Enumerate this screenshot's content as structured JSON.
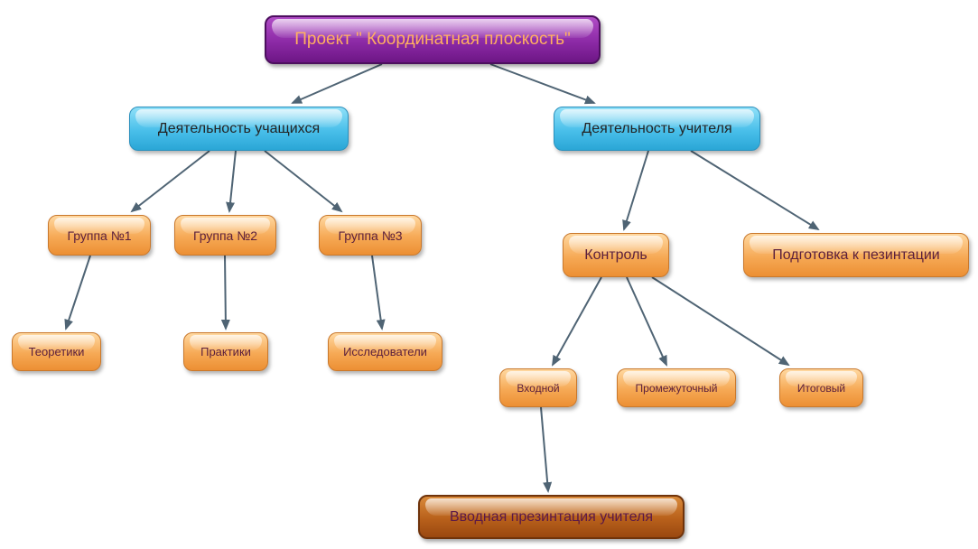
{
  "root": {
    "label": "Проект \" Координатная плоскость\""
  },
  "students": {
    "label": "Деятельность учащихся",
    "groups": [
      {
        "label": "Группа №1",
        "child": "Теоретики"
      },
      {
        "label": "Группа №2",
        "child": "Практики"
      },
      {
        "label": "Группа №3",
        "child": "Исследователи"
      }
    ]
  },
  "teacher": {
    "label": "Деятельность учителя",
    "control": {
      "label": "Контроль",
      "children": [
        "Входной",
        "Промежуточный",
        "Итоговый"
      ],
      "entry_child": "Вводная презинтация учителя"
    },
    "preparation": "Подготовка к пезинтации"
  },
  "colors": {
    "root_fill": "#8c2aa6",
    "level1_fill": "#49bfea",
    "node_fill": "#f6a955",
    "leaf_fill": "#b8601b",
    "arrow": "#4f6474"
  }
}
